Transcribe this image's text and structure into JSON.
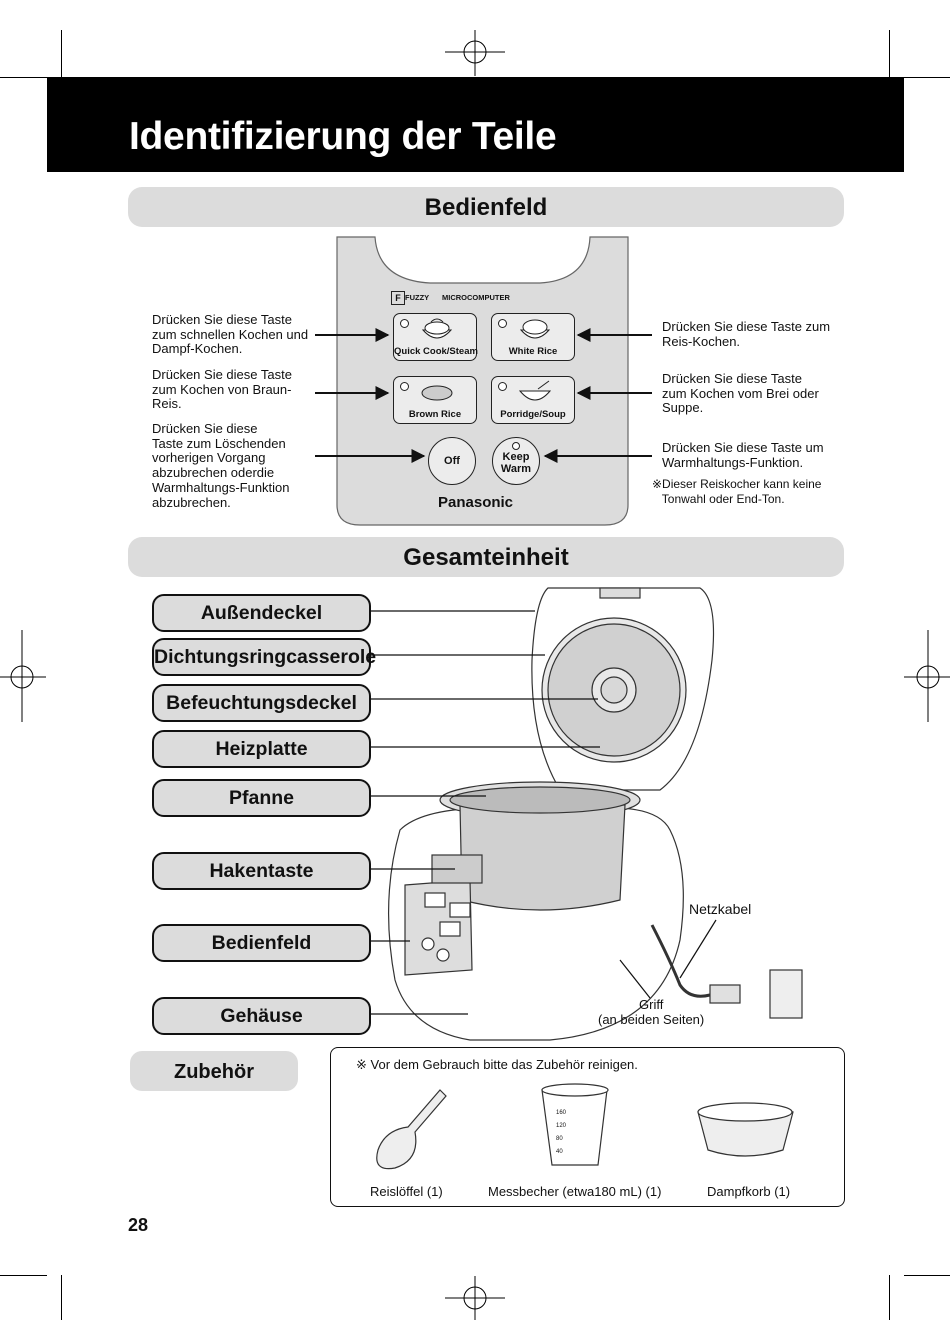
{
  "title": "Identifizierung der Teile",
  "section_panel": "Bedienfeld",
  "section_unit": "Gesamteinheit",
  "panel": {
    "brand_small": "FUZZY",
    "brand_small2": "MICROCOMPUTER",
    "logo": "Panasonic",
    "buttons": {
      "quick": "Quick Cook/Steam",
      "white": "White Rice",
      "brown": "Brown Rice",
      "porridge": "Porridge/Soup",
      "off": "Off",
      "keep1": "Keep",
      "keep2": "Warm"
    },
    "left_desc": [
      "Drücken Sie diese Taste\nzum schnellen Kochen und\nDampf-Kochen.",
      "Drücken Sie diese Taste\nzum Kochen von Braun-\nReis.",
      "Drücken Sie diese\nTaste zum Löschenden\nvorherigen Vorgang\nabzubrechen oderdie\nWarmhaltungs-Funktion\nabzubrechen."
    ],
    "right_desc": [
      "Drücken Sie diese Taste zum\nReis-Kochen.",
      "Drücken Sie diese Taste\nzum Kochen vom Brei oder\nSuppe.",
      "Drücken Sie diese Taste um\nWarmhaltungs-Funktion."
    ],
    "note": "※Dieser Reiskocher kann keine\n   Tonwahl oder End-Ton."
  },
  "parts": [
    "Außendeckel",
    "Dichtungsringcasserole",
    "Befeuchtungsdeckel",
    "Heizplatte",
    "Pfanne",
    "Hakentaste",
    "Bedienfeld",
    "Gehäuse"
  ],
  "netzkabel": "Netzkabel",
  "griff1": "Griff",
  "griff2": "(an beiden Seiten)",
  "accessories": {
    "title": "Zubehör",
    "note": "※ Vor dem Gebrauch bitte das Zubehör reinigen.",
    "items": [
      "Reislöffel (1)",
      "Messbecher (etwa180 mL) (1)",
      "Dampfkorb (1)"
    ],
    "cup_marks": [
      "160",
      "120",
      "80",
      "40"
    ]
  },
  "page_number": "28"
}
